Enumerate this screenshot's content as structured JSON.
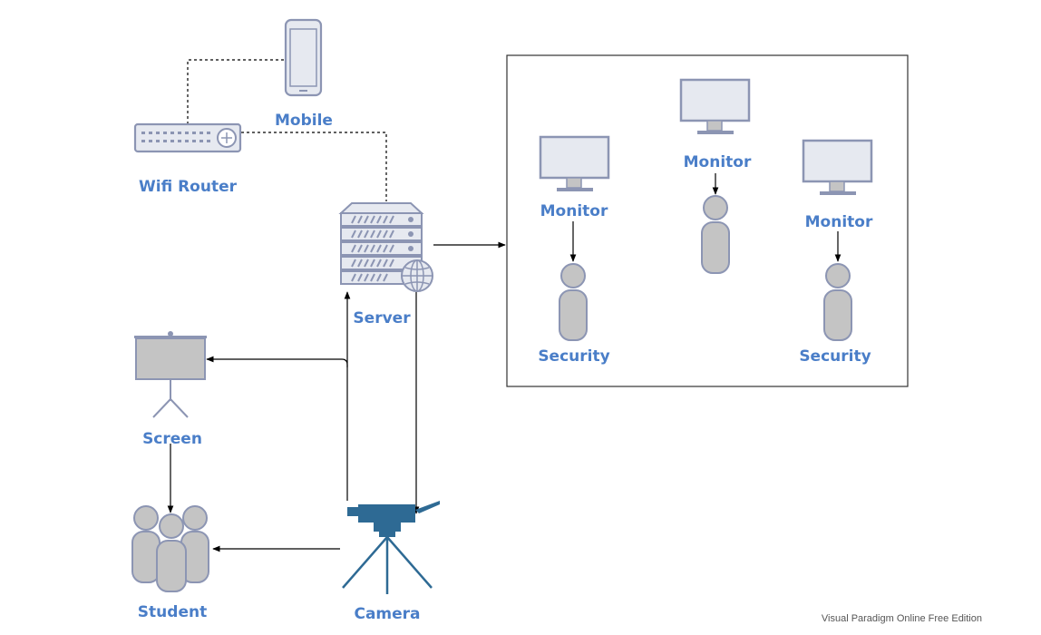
{
  "nodes": {
    "mobile": "Mobile",
    "wifi_router": "Wifi Router",
    "server": "Server",
    "screen": "Screen",
    "student": "Student",
    "camera": "Camera",
    "monitor_1": "Monitor",
    "monitor_2": "Monitor",
    "monitor_3": "Monitor",
    "security_1": "Security",
    "security_2": "Security"
  },
  "colors": {
    "label": "#4a7ec8",
    "device_stroke": "#8c95b3",
    "device_fill": "#e6e9f0",
    "person_fill": "#c4c4c4",
    "camera_blue": "#2e6a94"
  },
  "icons": [
    "mobile-phone-icon",
    "router-icon",
    "server-icon",
    "globe-icon",
    "projector-screen-icon",
    "people-group-icon",
    "video-camera-icon",
    "monitor-icon",
    "person-icon"
  ],
  "watermark": "Visual Paradigm Online Free Edition"
}
